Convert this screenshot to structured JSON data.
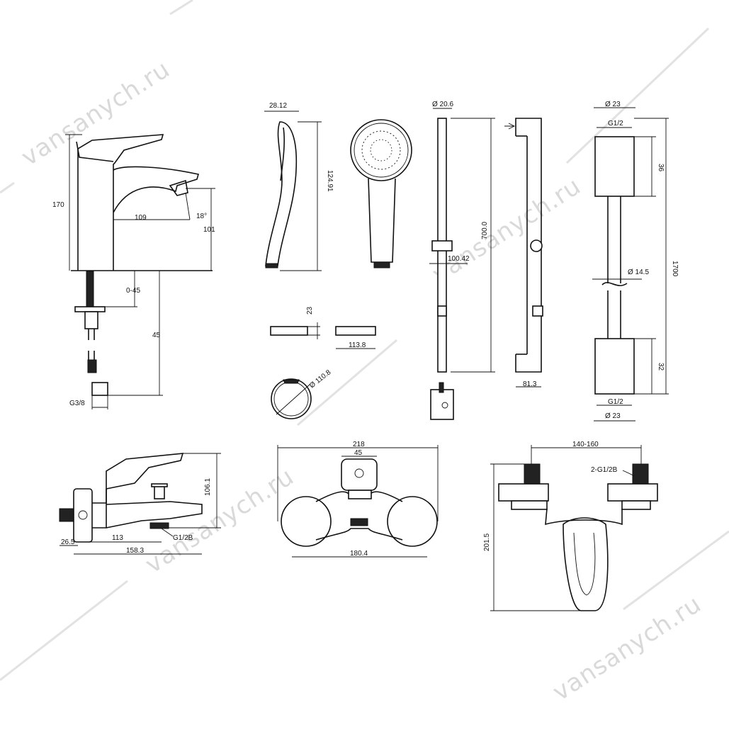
{
  "watermark": "vansanych.ru",
  "dims": {
    "faucet_height": "170",
    "faucet_spout_reach": "109",
    "faucet_angle": "18°",
    "faucet_spout_height": "101",
    "faucet_counter": "0-45",
    "faucet_hose": "45",
    "faucet_thread": "G3/8",
    "handshower_width": "28.12",
    "handshower_length": "124.91",
    "rail_diameter": "Ø 20.6",
    "rail_holder": "100.42",
    "rail_length": "700.0",
    "rail_offset": "81.3",
    "hose_diam_top": "Ø 23",
    "hose_thread_top": "G1/2",
    "hose_nut_top": "36",
    "hose_length": "1700",
    "hose_diam_mid": "Ø 14.5",
    "hose_nut_bottom": "32",
    "hose_thread_bottom": "G1/2",
    "hose_diam_bottom": "Ø 23",
    "part_height": "23",
    "part_width": "113.8",
    "ring_diameter": "Ø 110.8",
    "bath_height": "106.1",
    "bath_offset": "26.5",
    "bath_reach": "113",
    "bath_length": "158.3",
    "bath_thread": "G1/2B",
    "front_total": "218",
    "front_handle": "45",
    "front_centers": "180.4",
    "shower_centers": "140-160",
    "shower_thread": "2-G1/2B",
    "shower_height": "201.5"
  }
}
